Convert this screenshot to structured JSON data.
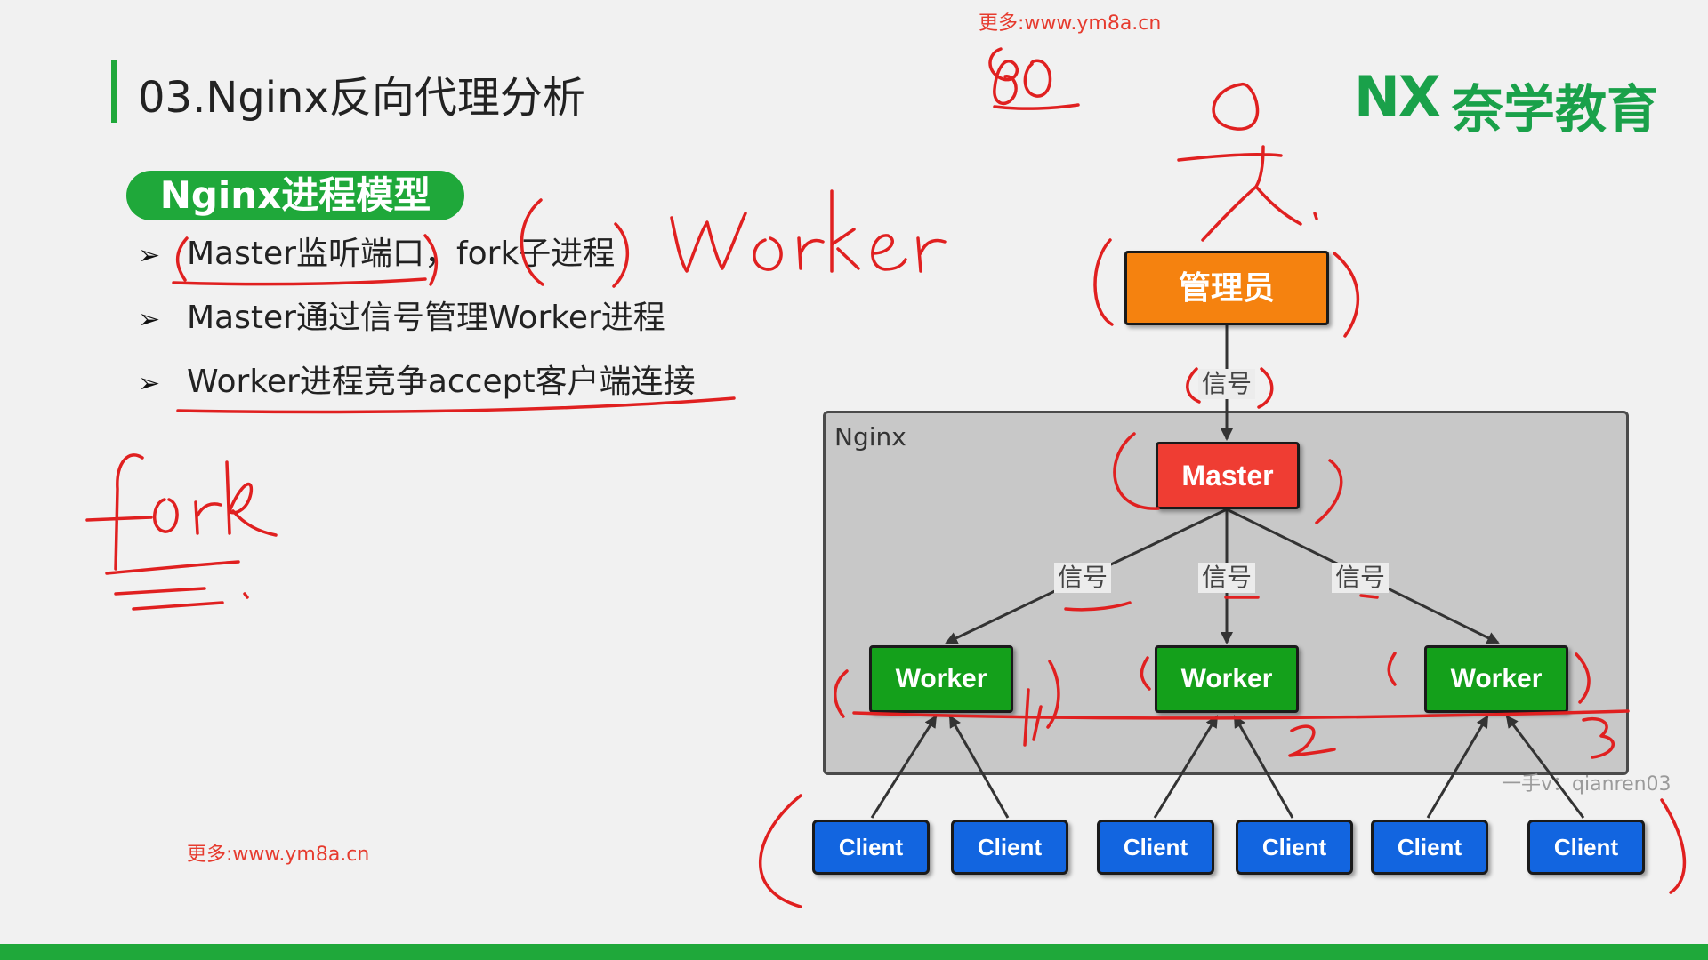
{
  "slide": {
    "title": "03.Nginx反向代理分析",
    "section": "Nginx进程模型",
    "bullets": [
      "Master监听端口，fork子进程",
      "Master通过信号管理Worker进程",
      "Worker进程竞争accept客户端连接"
    ],
    "bullet_marker": "➢"
  },
  "brand": {
    "mark": "NX",
    "name": "奈学教育",
    "color": "#1aa14a"
  },
  "watermarks": {
    "top": "更多:www.ym8a.cn",
    "bottom": "更多:www.ym8a.cn",
    "side": "一手v：qianren03"
  },
  "diagram": {
    "container_label": "Nginx",
    "admin": "管理员",
    "master": "Master",
    "signal": "信号",
    "workers": [
      "Worker",
      "Worker",
      "Worker"
    ],
    "clients": [
      "Client",
      "Client",
      "Client",
      "Client",
      "Client",
      "Client"
    ]
  },
  "annotations": {
    "handwritten": [
      "80",
      "worker",
      "fork",
      "1",
      "2",
      "3"
    ]
  },
  "colors": {
    "accent": "#1fa83a",
    "admin": "#f5820f",
    "master": "#ef3d33",
    "worker": "#14a01b",
    "client": "#1265e0",
    "ink": "#e02020"
  }
}
